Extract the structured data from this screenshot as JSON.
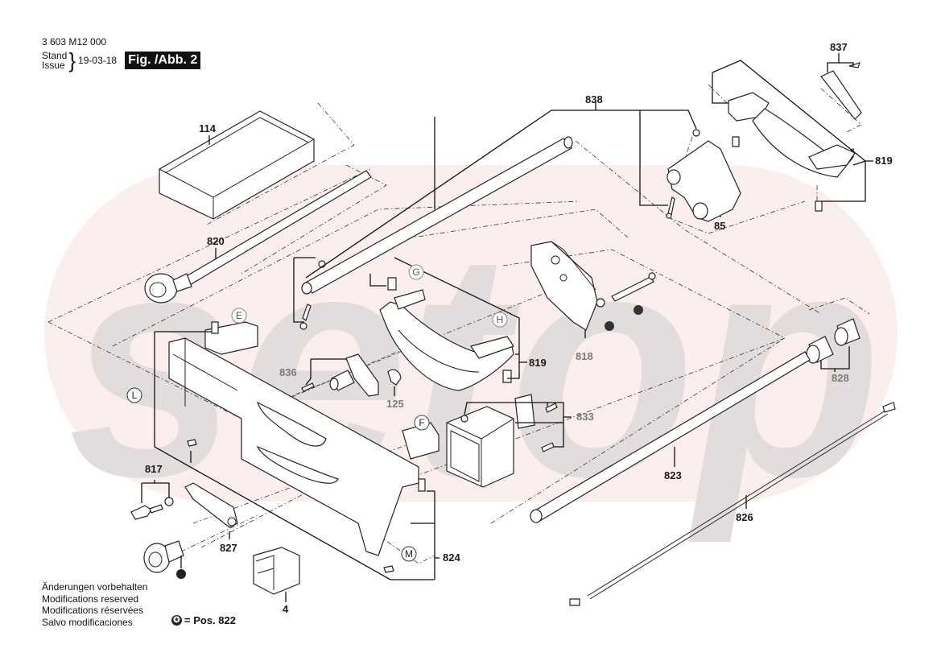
{
  "header": {
    "doc_number": "3 603 M12 000",
    "stand_label": "Stand",
    "issue_label": "Issue",
    "date": "19-03-18",
    "figure_label": "Fig. /Abb. 2"
  },
  "watermark": {
    "text": "setop",
    "pill_color": "#fdeeee",
    "letter_color": "#e3dcdd"
  },
  "callouts": {
    "p114": "114",
    "p820": "820",
    "p838": "838",
    "p837": "837",
    "p819_top": "819",
    "p85": "85",
    "p819_mid": "819",
    "p818": "818",
    "p836": "836",
    "p125": "125",
    "p833": "833",
    "p828": "828",
    "p823": "823",
    "p826": "826",
    "p817": "817",
    "p827": "827",
    "p824": "824",
    "p4": "4"
  },
  "reference_letters": {
    "E": "E",
    "F": "F",
    "G": "G",
    "H": "H",
    "L": "L",
    "M": "M"
  },
  "legend": {
    "star_symbol": "✪",
    "star_meaning": "= Pos. 822"
  },
  "notice": {
    "de": "Änderungen vorbehalten",
    "en": "Modifications reserved",
    "fr": "Modifications réservées",
    "es": "Salvo modificaciones"
  }
}
